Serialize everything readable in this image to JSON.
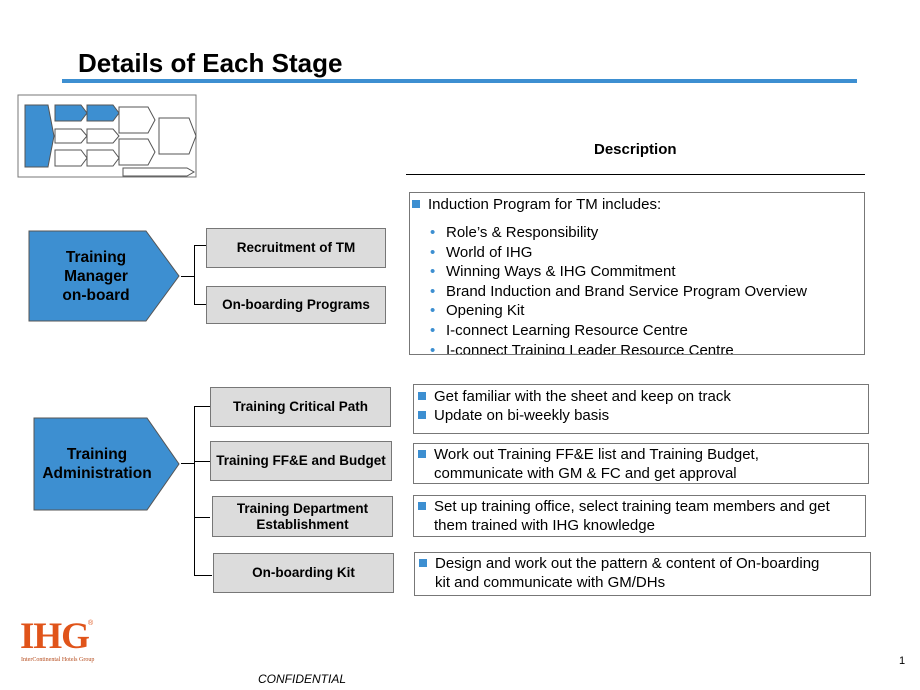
{
  "page": {
    "title": "Details of Each Stage",
    "description_header": "Description",
    "confidential": "CONFIDENTIAL",
    "page_number": "1"
  },
  "logo": {
    "letters": "IHG",
    "registered": "®",
    "tagline": "InterContinental Hotels Group",
    "colors": {
      "letters": "#e0541a",
      "tagline": "#b54b1c"
    }
  },
  "colors": {
    "accent": "#3d8fd1",
    "box_fill": "#dcdcdc",
    "border": "#777777"
  },
  "stages": [
    {
      "label_lines": [
        "Training",
        "Manager",
        "on-board"
      ],
      "items": [
        {
          "label": "Recruitment of TM"
        },
        {
          "label": "On-boarding Programs"
        }
      ],
      "description": {
        "heading": "Induction  Program for TM includes:",
        "bullets": [
          "Role’s & Responsibility",
          "World of IHG",
          "Winning Ways & IHG Commitment",
          "Brand Induction  and Brand Service Program Overview",
          "Opening Kit",
          "I-connect  Learning Resource  Centre",
          "I-connect  Training  Leader Resource  Centre"
        ]
      }
    },
    {
      "label_lines": [
        "Training",
        "Administration"
      ],
      "items": [
        {
          "label_lines": [
            "Training Critical Path"
          ],
          "desc_lines": [
            {
              "text": "Get familiar with the sheet and keep on track",
              "bullet": true
            },
            {
              "text": "Update on bi-weekly basis",
              "bullet": true
            }
          ]
        },
        {
          "label_lines": [
            "Training FF&E and Budget"
          ],
          "desc_lines": [
            {
              "text": "Work out Training  FF&E list and Training Budget,",
              "bullet": true
            },
            {
              "text": "communicate  with GM & FC and get approval",
              "bullet": false
            }
          ]
        },
        {
          "label_lines": [
            "Training Department",
            "Establishment"
          ],
          "desc_lines": [
            {
              "text": "Set up training office, select training team members and get",
              "bullet": true
            },
            {
              "text": "them trained with IHG  knowledge",
              "bullet": false
            }
          ]
        },
        {
          "label_lines": [
            "On-boarding Kit"
          ],
          "desc_lines": [
            {
              "text": "Design and work out the pattern & content  of On-boarding",
              "bullet": true
            },
            {
              "text": "kit and communicate  with GM/DHs",
              "bullet": false
            }
          ]
        }
      ]
    }
  ]
}
